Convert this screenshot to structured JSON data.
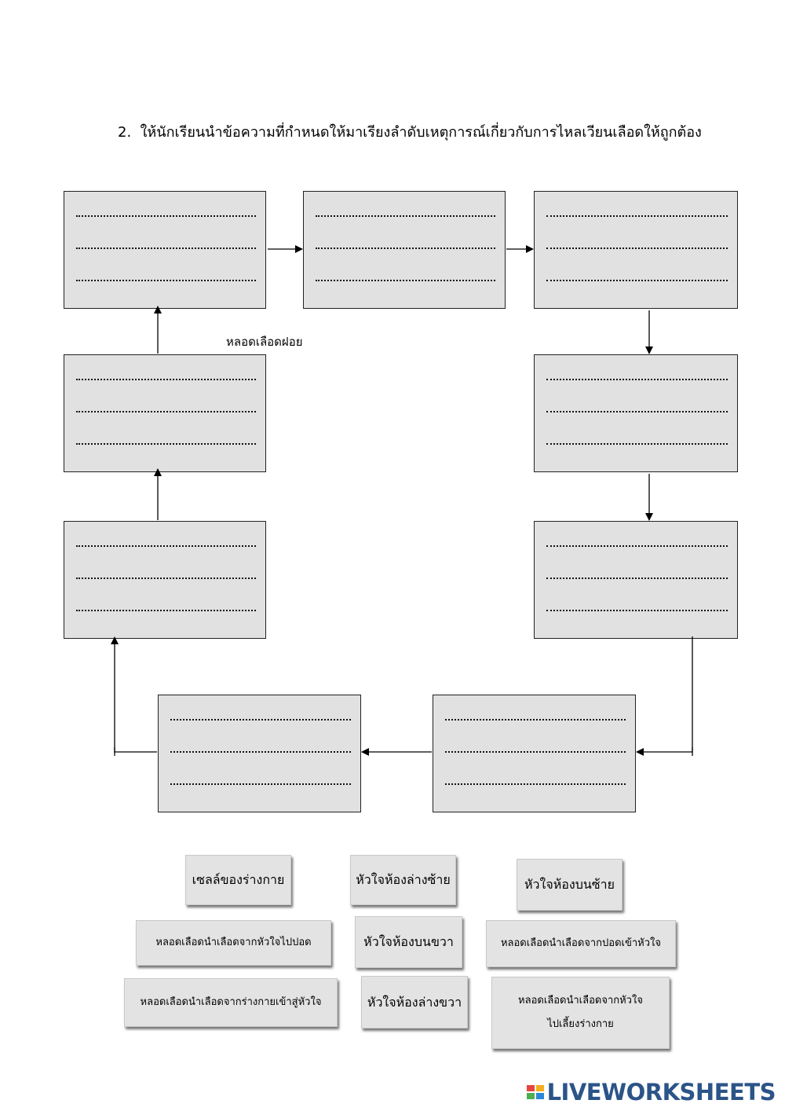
{
  "question": {
    "number": "2.",
    "text": "ให้นักเรียนนำข้อความที่กำหนดให้มาเรียงลำดับเหตุการณ์เกี่ยวกับการไหลเวียนเลือดให้ถูกต้อง"
  },
  "hint_label": "หลอดเลือดฝอย",
  "answer_cards": [
    "เซลล์ของร่างกาย",
    "หัวใจห้องล่างซ้าย",
    "หัวใจห้องบนซ้าย",
    "หลอดเลือดนำเลือดจากหัวใจไปปอด",
    "หัวใจห้องบนขวา",
    "หลอดเลือดนำเลือดจากปอดเข้าหัวใจ",
    "หลอดเลือดนำเลือดจากร่างกายเข้าสู่หัวใจ",
    "หัวใจห้องล่างขวา",
    "หลอดเลือดนำเลือดจากหัวใจ",
    "ไปเลี้ยงร่างกาย"
  ],
  "brand": "LIVEWORKSHEETS",
  "colors": {
    "box_fill": "#e1e1e1",
    "card_fill": "#e3e3e3",
    "brand_blue": "#2b5488"
  }
}
